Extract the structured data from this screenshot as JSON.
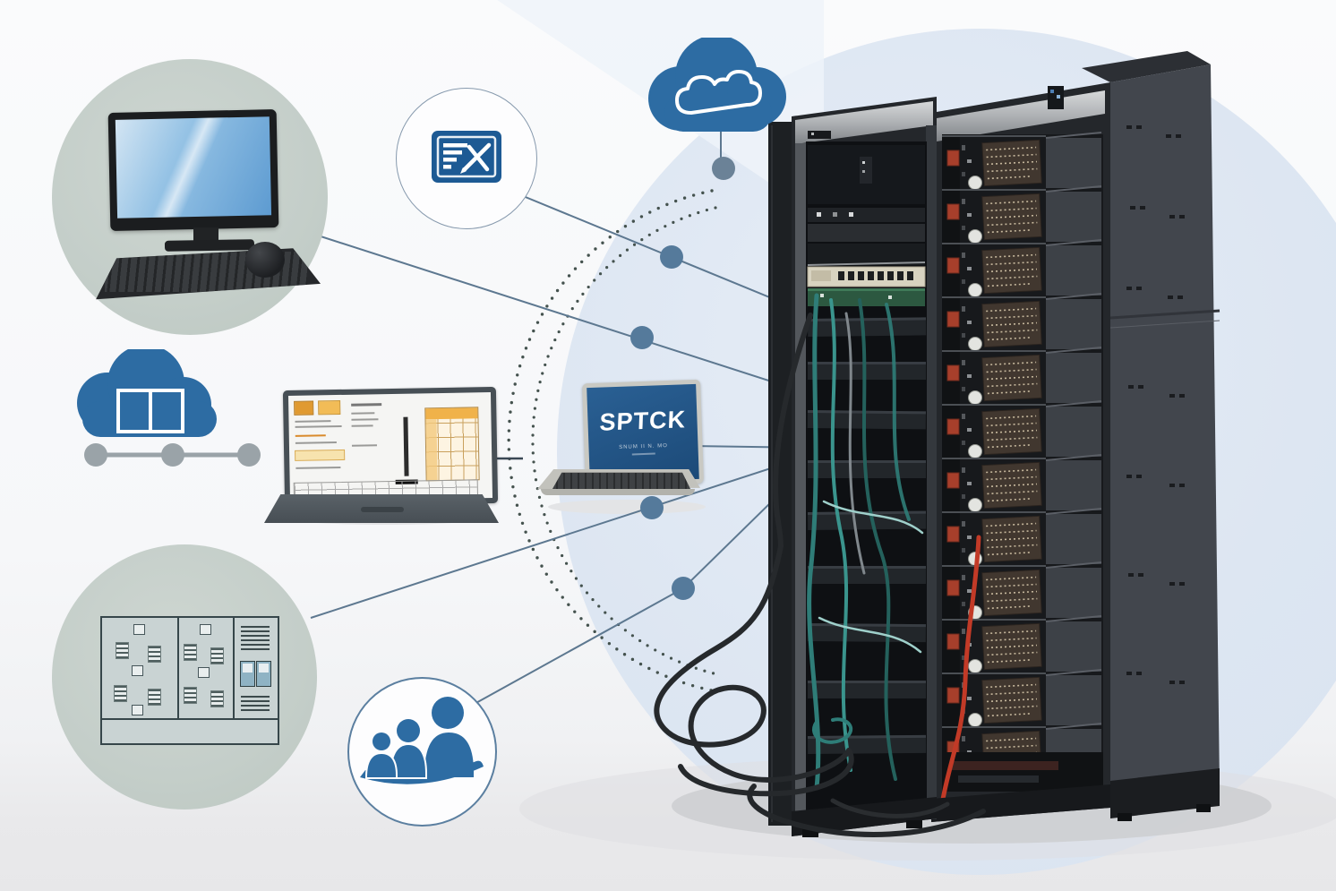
{
  "scene": {
    "title": "server-rack-connectivity-diagram",
    "description": "Concept illustration: open server racks connected to cloud services, workstations, laptops, switchgear panel and users"
  },
  "laptop_center": {
    "screen_title": "SPTCK",
    "screen_subtitle": "SNUM II N. MO"
  },
  "icons": {
    "cloud_top": "cloud-icon",
    "cloud_left": "cloud-window-icon",
    "card": "document-edit-icon",
    "people": "team-icon",
    "arrow": "left-arrow-icon",
    "timeline": "timeline-dots"
  },
  "colors": {
    "c-accent": "#2d6ca3",
    "c-line": "#5d7890",
    "c-dot": "#557a9b",
    "c-arcdot": "#44524e",
    "c-sage": "#c4cec9",
    "c-bgcircle": "#dde6f2",
    "c-rackdark": "#24272b",
    "c-rackpanel": "#42464d",
    "c-red": "#a73f2b",
    "c-teal": "#2f7d78",
    "c-cable": "#26292c",
    "c-cablered": "#c23a27"
  }
}
